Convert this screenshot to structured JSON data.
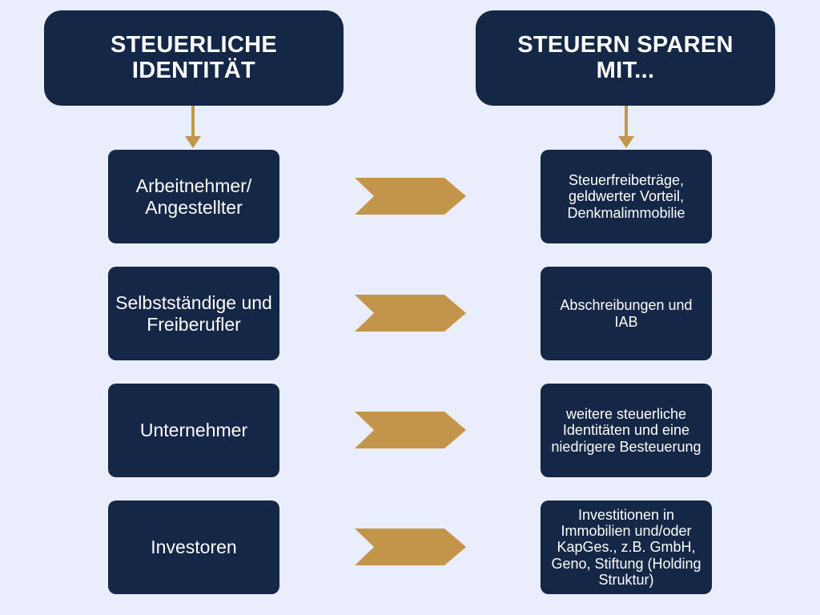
{
  "colors": {
    "background": "#eaedfb",
    "box": "#142747",
    "accent": "#c3954a",
    "text": "#ffffff"
  },
  "headers": {
    "left": "STEUERLICHE IDENTITÄT",
    "right": "STEUERN SPAREN MIT..."
  },
  "rows": [
    {
      "identity": "Arbeitnehmer/ Angestellter",
      "savings": "Steuerfreibeträge, geldwerter Vorteil, Denkmalimmobilie"
    },
    {
      "identity": "Selbstständige und Freiberufler",
      "savings": "Abschreibungen und IAB"
    },
    {
      "identity": "Unternehmer",
      "savings": "weitere steuerliche Identitäten und eine niedrigere Besteuerung"
    },
    {
      "identity": "Investoren",
      "savings": "Investitionen in Immobilien und/oder KapGes., z.B. GmbH, Geno, Stiftung (Holding Struktur)"
    }
  ]
}
